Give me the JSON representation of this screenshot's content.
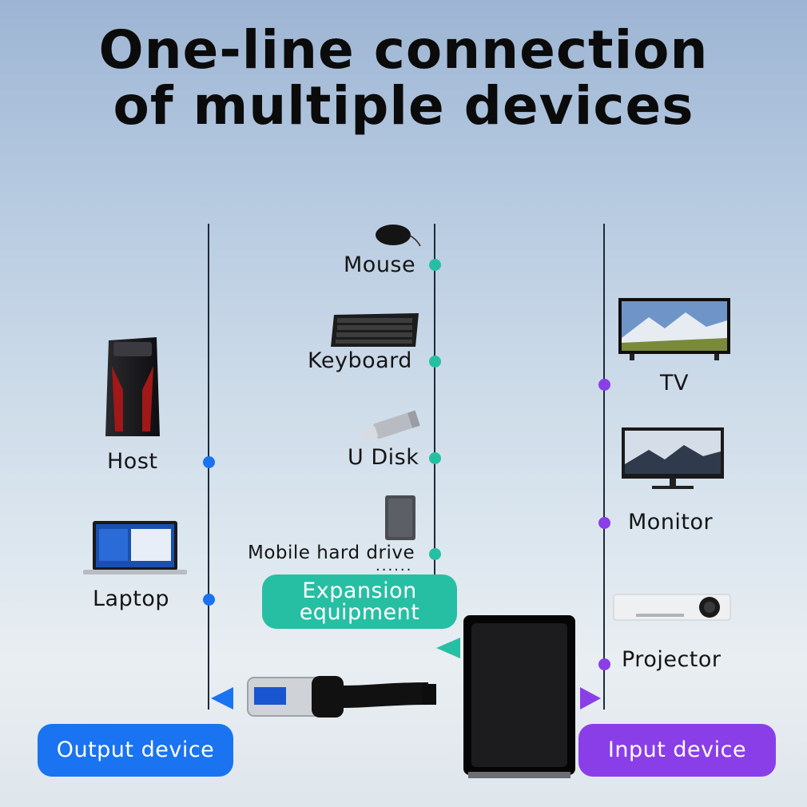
{
  "title": {
    "line1": "One-line connection",
    "line2": "of multiple devices"
  },
  "colors": {
    "output": "#1a73f0",
    "expansion": "#27bfa3",
    "input": "#8a3ee8",
    "line": "#1e2a3a"
  },
  "left_column": {
    "items": [
      {
        "label": "Host",
        "icon": "desktop-tower-icon"
      },
      {
        "label": "Laptop",
        "icon": "laptop-icon"
      }
    ]
  },
  "middle_column": {
    "items": [
      {
        "label": "Mouse",
        "icon": "mouse-icon"
      },
      {
        "label": "Keyboard",
        "icon": "keyboard-icon"
      },
      {
        "label": "U Disk",
        "icon": "usb-drive-icon"
      },
      {
        "label": "Mobile hard drive",
        "icon": "hard-drive-icon"
      }
    ],
    "ellipsis": "......"
  },
  "right_column": {
    "items": [
      {
        "label": "TV",
        "icon": "tv-icon"
      },
      {
        "label": "Monitor",
        "icon": "monitor-icon"
      },
      {
        "label": "Projector",
        "icon": "projector-icon"
      }
    ]
  },
  "pills": {
    "output": "Output device",
    "expansion_line1": "Expansion",
    "expansion_line2": "equipment",
    "input": "Input device"
  }
}
